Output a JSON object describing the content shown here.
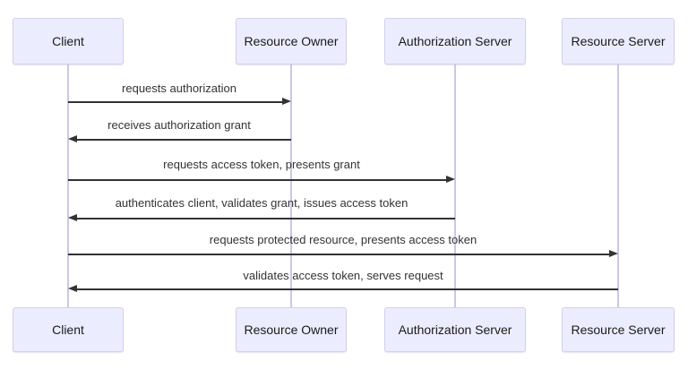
{
  "diagram": {
    "type": "sequence-diagram",
    "background": "#ffffff",
    "actor_fill": "#ececff",
    "actor_border": "#d4d0ea",
    "lifeline_color": "#c8c8e8",
    "arrow_color": "#333333",
    "text_color": "#333333"
  },
  "actors": [
    {
      "label": "Client"
    },
    {
      "label": "Resource Owner"
    },
    {
      "label": "Authorization Server"
    },
    {
      "label": "Resource Server"
    }
  ],
  "messages": [
    {
      "text": "requests authorization",
      "from": "Client",
      "to": "Resource Owner",
      "direction": "right"
    },
    {
      "text": "receives authorization grant",
      "from": "Resource Owner",
      "to": "Client",
      "direction": "left"
    },
    {
      "text": "requests access token, presents grant",
      "from": "Client",
      "to": "Authorization Server",
      "direction": "right"
    },
    {
      "text": "authenticates client, validates grant, issues access token",
      "from": "Authorization Server",
      "to": "Client",
      "direction": "left"
    },
    {
      "text": "requests protected resource, presents access token",
      "from": "Client",
      "to": "Resource Server",
      "direction": "right"
    },
    {
      "text": "validates access token, serves request",
      "from": "Resource Server",
      "to": "Client",
      "direction": "left"
    }
  ]
}
